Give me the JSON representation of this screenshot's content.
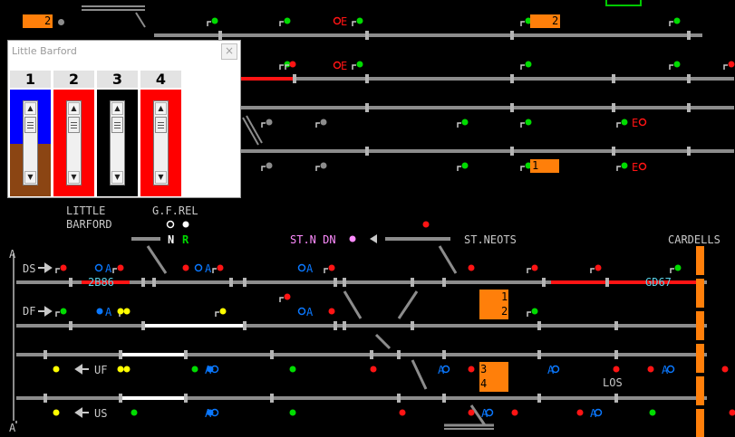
{
  "colors": {
    "track": "#8c8c8c",
    "track_joint": "#b4b4b4",
    "route_set": "#ff1414",
    "track_clear": "#ffffff",
    "berth": "#ff7f0a",
    "signal_green": "#00dc00",
    "signal_red": "#ff1414",
    "signal_yellow": "#ffff00",
    "signal_blue": "#0a78ff",
    "headcode": "#5ad0e6",
    "label_grey": "#c8c8c8",
    "station_magenta": "#ff8cff",
    "panel_blue": "#0000ff",
    "panel_brown": "#8b4513",
    "panel_red": "#ff0000",
    "panel_black": "#000000"
  },
  "labels": {
    "little": "LITTLE",
    "barford": "BARFORD",
    "gf_rel": "G.F.REL",
    "n": "N",
    "r": "R",
    "stn_dn": "ST.N DN",
    "st_neots": "ST.NEOTS",
    "cardells": "CARDELLS",
    "ds": "DS",
    "df": "DF",
    "uf": "UF",
    "us": "US",
    "los": "LOS",
    "a_top": "A",
    "a_bottom": "A"
  },
  "berths": {
    "b_top_left": "2",
    "b_top_mid": "2",
    "b_row4": "1",
    "b_dn_1": "1",
    "b_dn_2": "2",
    "b_up_3": "3",
    "b_up_4": "4"
  },
  "headcodes": {
    "ds_left": "2B86",
    "ds_right": "GD67"
  },
  "signal_tags": {
    "e1": "E",
    "e2": "E",
    "e3": "E",
    "e4": "E",
    "a1": "A",
    "a2": "A",
    "a3": "A",
    "a4": "A",
    "a5": "A",
    "a6": "A",
    "a7": "A",
    "a8": "A",
    "a9": "A",
    "a10": "A",
    "a11": "A",
    "a12": "A"
  },
  "panel": {
    "title": "Little Barford",
    "close": "×",
    "columns": [
      {
        "number": "1",
        "fill": "blue-brown"
      },
      {
        "number": "2",
        "fill": "red"
      },
      {
        "number": "3",
        "fill": "black"
      },
      {
        "number": "4",
        "fill": "red"
      }
    ],
    "scroll_up": "▲",
    "scroll_down": "▼"
  }
}
